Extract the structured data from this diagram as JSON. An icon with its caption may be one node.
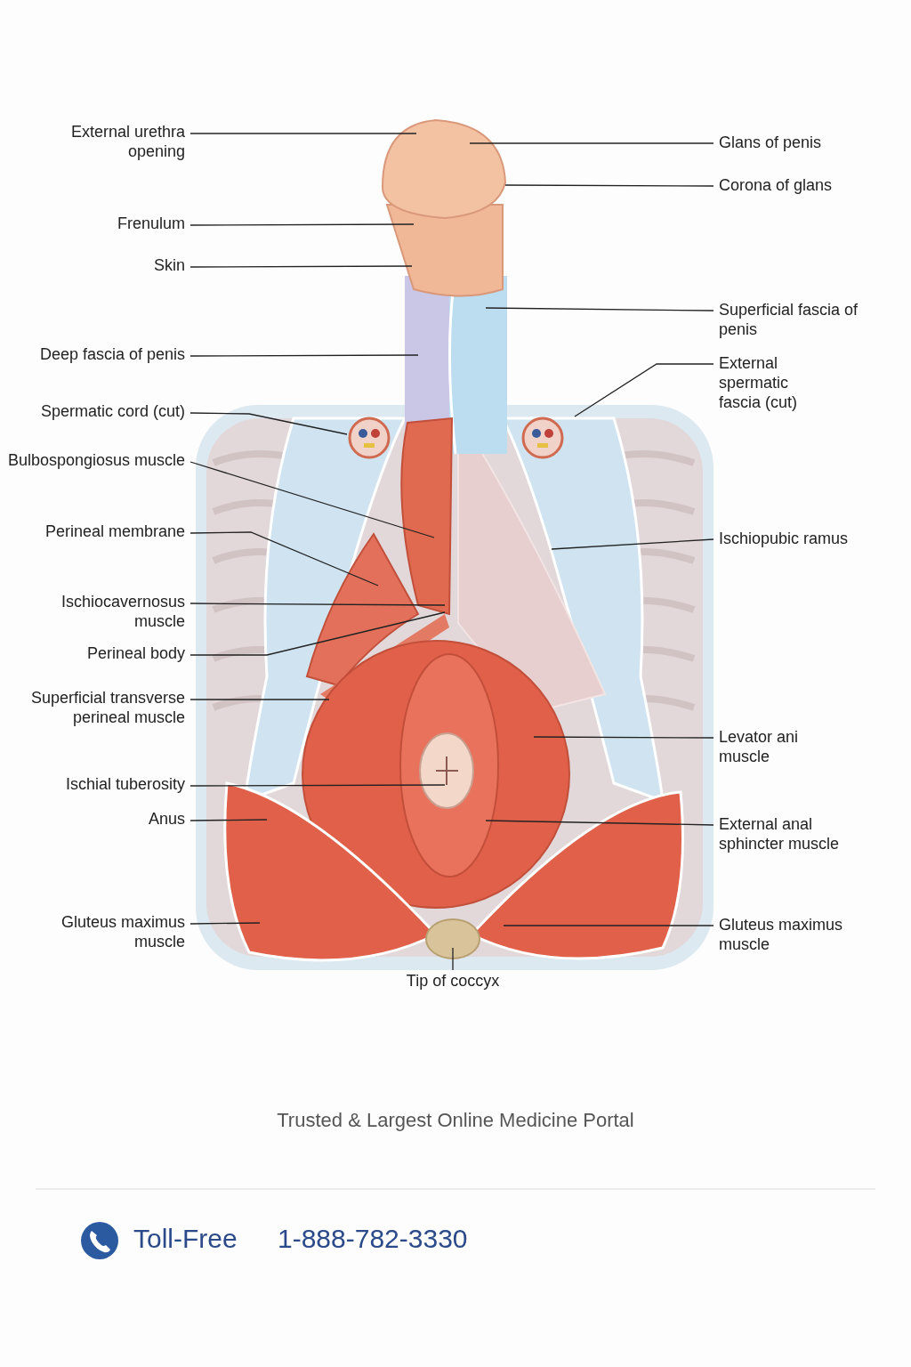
{
  "diagram": {
    "nodes": [
      {
        "text": [
          "External urethra opening"
        ]
      },
      {
        "text": [
          "Frenulum"
        ]
      },
      {
        "text": [
          "Skin"
        ]
      },
      {
        "text": [
          "Deep fascia of penis"
        ]
      },
      {
        "text": [
          "Spermatic cord (cut)"
        ]
      },
      {
        "text": [
          "Bulbospongiosus muscle"
        ]
      },
      {
        "text": [
          "Perineal membrane"
        ]
      },
      {
        "text": [
          "Ischiocavernosus muscle"
        ]
      },
      {
        "text": [
          "Perineal body"
        ]
      },
      {
        "text": [
          "Superficial transverse perineal muscle"
        ]
      },
      {
        "text": [
          "Ischial tuberosity"
        ]
      },
      {
        "text": [
          "Anus"
        ]
      },
      {
        "text": [
          "Gluteus maximus muscle"
        ]
      },
      {
        "text": [
          "Glans of penis"
        ]
      },
      {
        "text": [
          "Corona of glans"
        ]
      },
      {
        "text": [
          "Superficial fascia of penis"
        ]
      },
      {
        "text": [
          "External spermatic fascia (cut)"
        ]
      },
      {
        "text": [
          "Ischiopubic ramus"
        ]
      },
      {
        "text": [
          "Levator ani muscle"
        ]
      },
      {
        "text": [
          "External anal sphincter muscle"
        ]
      },
      {
        "text": [
          "Gluteus maximus muscle"
        ]
      },
      {
        "text": [
          "Tip of coccyx"
        ]
      }
    ],
    "edges": [
      {
        "from": 0,
        "to": null,
        "arrow": "none"
      },
      {
        "from": 1,
        "to": null,
        "arrow": "none"
      },
      {
        "from": 2,
        "to": null,
        "arrow": "none"
      },
      {
        "from": 3,
        "to": null,
        "arrow": "none"
      },
      {
        "from": 4,
        "to": null,
        "arrow": "none"
      },
      {
        "from": 5,
        "to": null,
        "arrow": "none"
      },
      {
        "from": 6,
        "to": null,
        "arrow": "none"
      },
      {
        "from": 7,
        "to": null,
        "arrow": "none"
      },
      {
        "from": 8,
        "to": null,
        "arrow": "none"
      },
      {
        "from": 9,
        "to": null,
        "arrow": "none"
      },
      {
        "from": 10,
        "to": null,
        "arrow": "none"
      },
      {
        "from": 11,
        "to": null,
        "arrow": "none"
      },
      {
        "from": 12,
        "to": null,
        "arrow": "none"
      },
      {
        "from": 13,
        "to": null,
        "arrow": "none"
      },
      {
        "from": 14,
        "to": null,
        "arrow": "none"
      },
      {
        "from": 15,
        "to": null,
        "arrow": "none"
      },
      {
        "from": 16,
        "to": null,
        "arrow": "none"
      },
      {
        "from": 17,
        "to": null,
        "arrow": "none"
      },
      {
        "from": 18,
        "to": null,
        "arrow": "none"
      },
      {
        "from": 19,
        "to": null,
        "arrow": "none"
      },
      {
        "from": 20,
        "to": null,
        "arrow": "none"
      },
      {
        "from": 21,
        "to": null,
        "arrow": "none"
      }
    ],
    "labels": [
      "Trusted & Largest Online Medicine Portal",
      "Toll-Free",
      "1-888-782-3330"
    ]
  }
}
